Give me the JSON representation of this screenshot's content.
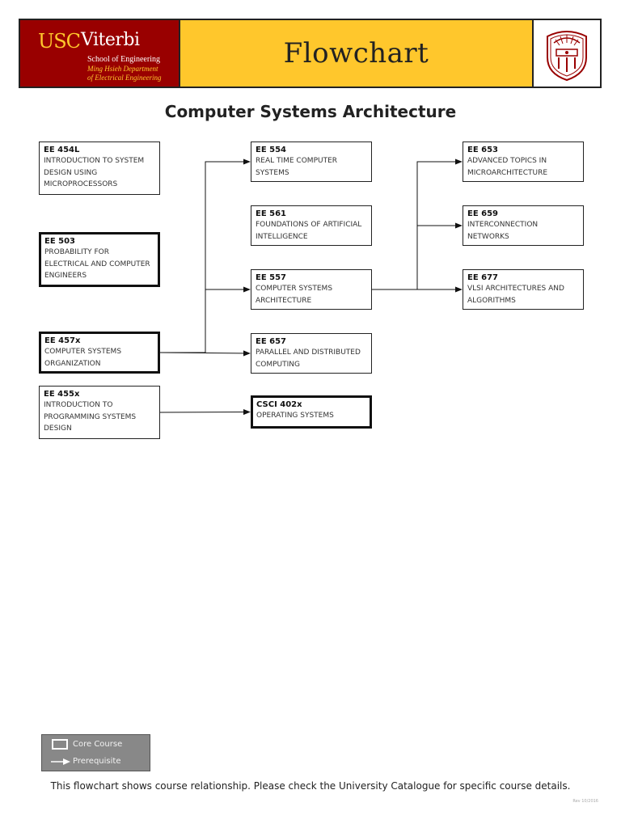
{
  "header": {
    "brand_usc": "USC",
    "brand_viterbi": "Viterbi",
    "brand_school": "School of Engineering",
    "brand_dept_line1": "Ming Hsieh Department",
    "brand_dept_line2": "of Electrical Engineering",
    "title": "Flowchart",
    "colors": {
      "cardinal": "#990000",
      "gold": "#FFC72C"
    },
    "seal_icon": "usc-seal-icon"
  },
  "page_title": "Computer Systems Architecture",
  "nodes": [
    {
      "id": "ee454l",
      "code": "EE 454L",
      "name": "INTRODUCTION TO SYSTEM DESIGN USING MICROPROCESSORS",
      "core": false
    },
    {
      "id": "ee503",
      "code": "EE 503",
      "name": "PROBABILITY FOR ELECTRICAL AND COMPUTER ENGINEERS",
      "core": true
    },
    {
      "id": "ee457x",
      "code": "EE 457x",
      "name": "COMPUTER SYSTEMS ORGANIZATION",
      "core": true
    },
    {
      "id": "ee455x",
      "code": "EE 455x",
      "name": "INTRODUCTION TO PROGRAMMING SYSTEMS DESIGN",
      "core": false
    },
    {
      "id": "ee554",
      "code": "EE 554",
      "name": "REAL TIME COMPUTER SYSTEMS",
      "core": false
    },
    {
      "id": "ee561",
      "code": "EE 561",
      "name": "FOUNDATIONS OF ARTIFICIAL INTELLIGENCE",
      "core": false
    },
    {
      "id": "ee557",
      "code": "EE 557",
      "name": "COMPUTER SYSTEMS ARCHITECTURE",
      "core": false
    },
    {
      "id": "ee657",
      "code": "EE 657",
      "name": "PARALLEL AND DISTRIBUTED COMPUTING",
      "core": false
    },
    {
      "id": "csci402x",
      "code": "CSCI 402x",
      "name": "OPERATING SYSTEMS",
      "core": true
    },
    {
      "id": "ee653",
      "code": "EE 653",
      "name": "ADVANCED TOPICS IN MICROARCHITECTURE",
      "core": false
    },
    {
      "id": "ee659",
      "code": "EE 659",
      "name": "INTERCONNECTION NETWORKS",
      "core": false
    },
    {
      "id": "ee677",
      "code": "EE 677",
      "name": "VLSI ARCHITECTURES AND ALGORITHMS",
      "core": false
    }
  ],
  "edges": [
    {
      "from": "ee457x",
      "to": "ee554"
    },
    {
      "from": "ee457x",
      "to": "ee557"
    },
    {
      "from": "ee457x",
      "to": "ee657"
    },
    {
      "from": "ee455x",
      "to": "csci402x"
    },
    {
      "from": "ee557",
      "to": "ee653"
    },
    {
      "from": "ee557",
      "to": "ee659"
    },
    {
      "from": "ee557",
      "to": "ee677"
    }
  ],
  "legend": {
    "core_label": "Core Course",
    "prereq_label": "Prerequisite"
  },
  "footer_note": "This flowchart shows course relationship. Please check the University Catalogue for specific course details.",
  "rev_note": "Rev 10/2016"
}
